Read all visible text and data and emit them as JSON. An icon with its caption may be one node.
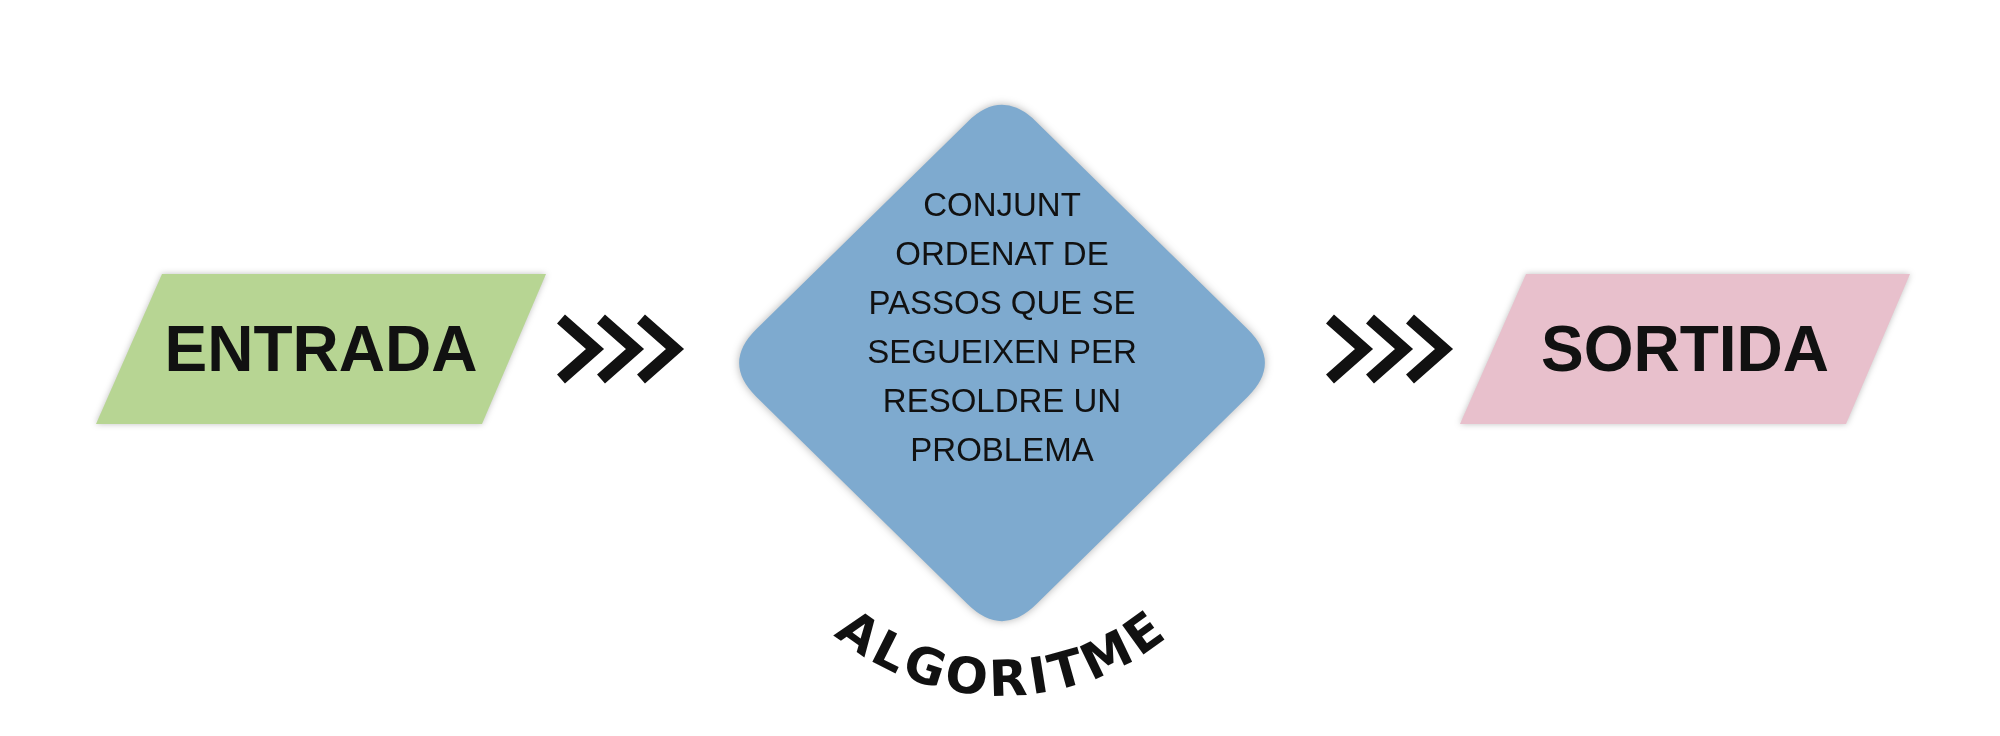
{
  "diagram": {
    "nodes": [
      {
        "text": [
          "ENTRADA"
        ]
      },
      {
        "text": [
          "CONJUNT ORDENAT DE PASSOS QUE SE SEGUEIXEN PER RESOLDRE UN PROBLEMA",
          "ALGORITME"
        ]
      },
      {
        "text": [
          "SORTIDA"
        ]
      }
    ],
    "edges": [
      {
        "from": 0,
        "to": 1,
        "arrow": "to"
      },
      {
        "from": 1,
        "to": 2,
        "arrow": "to"
      }
    ]
  }
}
